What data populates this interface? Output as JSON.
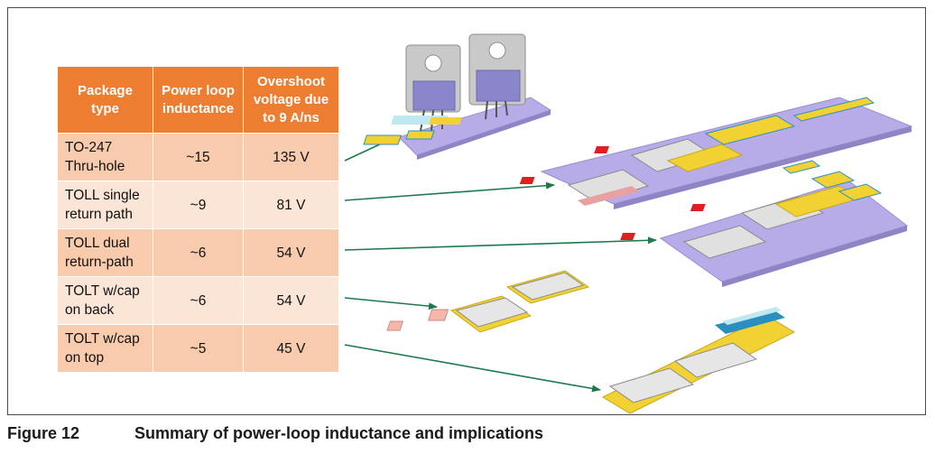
{
  "table": {
    "headers": [
      "Package\ntype",
      "Power loop\ninductance",
      "Overshoot\nvoltage due\nto 9 A/ns"
    ],
    "rows": [
      {
        "package": "TO-247\nThru-hole",
        "inductance": "~15",
        "overshoot": "135 V"
      },
      {
        "package": "TOLL single\nreturn path",
        "inductance": "~9",
        "overshoot": "81 V"
      },
      {
        "package": "TOLL dual\nreturn-path",
        "inductance": "~6",
        "overshoot": "54 V"
      },
      {
        "package": "TOLT w/cap\non back",
        "inductance": "~6",
        "overshoot": "54 V"
      },
      {
        "package": "TOLT w/cap\non top",
        "inductance": "~5",
        "overshoot": "45 V"
      }
    ]
  },
  "caption": {
    "figure_number": "Figure 12",
    "text": "Summary of power-loop inductance and implications"
  },
  "colors": {
    "header_orange": "#ed7d31",
    "row_dark": "#f8cbad",
    "row_light": "#fbe5d6",
    "arrow_green": "#1e7a4c",
    "pcb_lavender": "#b3a7e6",
    "copper_yellow": "#f2d233"
  }
}
